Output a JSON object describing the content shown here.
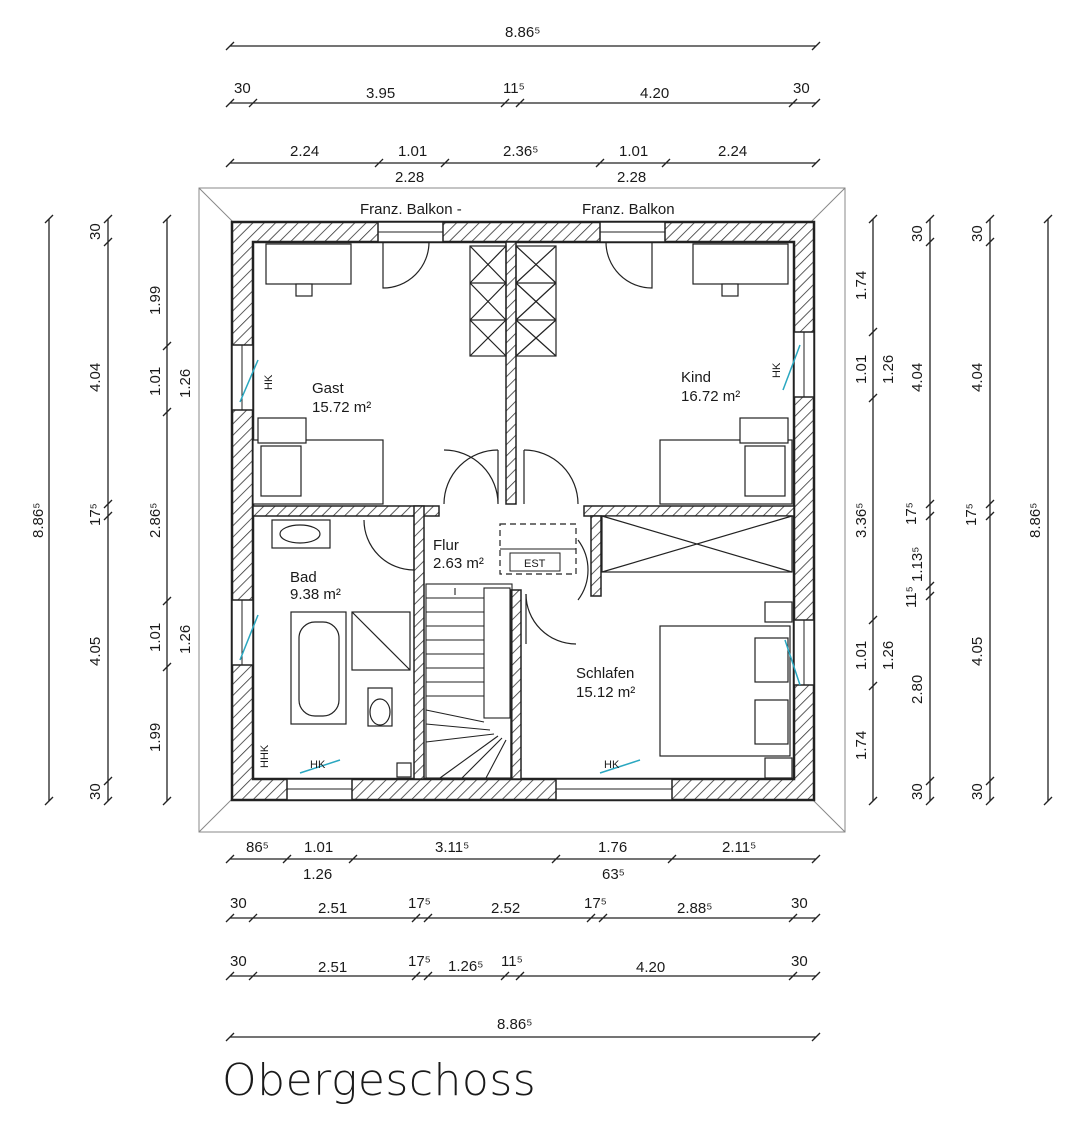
{
  "title": "Obergeschoss",
  "rooms": {
    "gast": {
      "name": "Gast",
      "area": "15.72 m²"
    },
    "kind": {
      "name": "Kind",
      "area": "16.72 m²"
    },
    "flur": {
      "name": "Flur",
      "area": "2.63 m²"
    },
    "bad": {
      "name": "Bad",
      "area": "9.38 m²"
    },
    "schlafen": {
      "name": "Schlafen",
      "area": "15.12 m²"
    }
  },
  "labels": {
    "balkon_left": "Franz. Balkon -",
    "balkon_right": "Franz. Balkon",
    "est": "EST",
    "hk": "HK",
    "hhk": "HHK"
  },
  "dims_top": {
    "overall": "8.86⁵",
    "row2": [
      "30",
      "3.95",
      "11⁵",
      "4.20",
      "30"
    ],
    "row3": [
      "2.24",
      "1.01",
      "2.36⁵",
      "1.01",
      "2.24"
    ],
    "row3b": [
      "2.28",
      "2.28"
    ]
  },
  "dims_bottom": {
    "row1": [
      "86⁵",
      "1.01",
      "3.11⁵",
      "1.76",
      "2.11⁵"
    ],
    "row1b": [
      "1.26",
      "63⁵"
    ],
    "row2": [
      "30",
      "2.51",
      "17⁵",
      "2.52",
      "17⁵",
      "2.88⁵",
      "30"
    ],
    "row3": [
      "30",
      "2.51",
      "17⁵",
      "1.26⁵",
      "11⁵",
      "4.20",
      "30"
    ],
    "overall": "8.86⁵"
  },
  "dims_left": {
    "overall": "8.86⁵",
    "col2": [
      "30",
      "4.04",
      "17⁵",
      "4.05",
      "30"
    ],
    "col3": [
      "1.99",
      "1.01",
      "2.86⁵",
      "1.01",
      "1.99"
    ],
    "col3b": [
      "1.26",
      "1.26"
    ]
  },
  "dims_right": {
    "col1": [
      "1.74",
      "1.01",
      "3.36⁵",
      "1.01",
      "1.74"
    ],
    "col1b": [
      "1.26",
      "1.26"
    ],
    "col2": [
      "30",
      "4.04",
      "17⁵",
      "1.13⁵",
      "11⁵",
      "2.80",
      "30"
    ],
    "col3": [
      "30",
      "4.04",
      "17⁵",
      "4.05",
      "30"
    ],
    "overall": "8.86⁵"
  }
}
